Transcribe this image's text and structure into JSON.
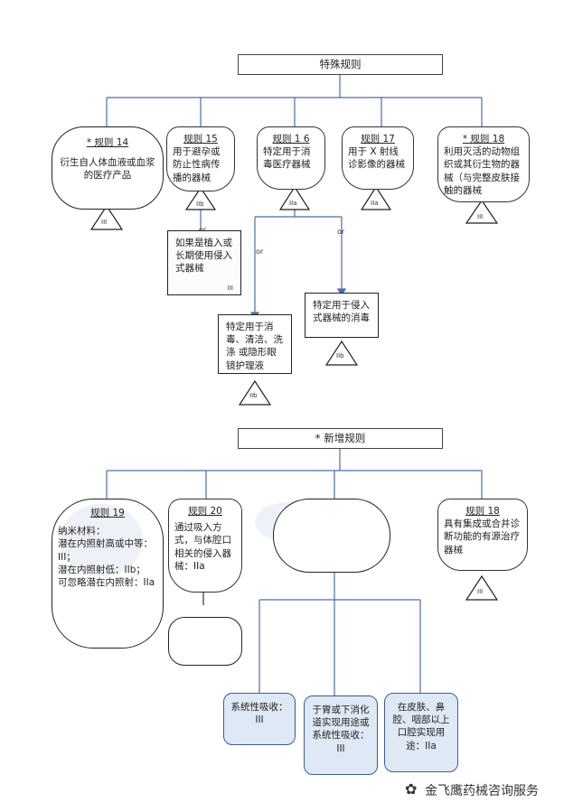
{
  "section1": {
    "title": "特殊规则",
    "rule14": {
      "title": "* 规则 14",
      "body": "衍生自人体血液或血浆的医疗产品",
      "class": "III"
    },
    "rule15": {
      "title": "规则 15",
      "body": "用于避孕或防止性病传播的器械",
      "class": "IIb"
    },
    "rule16": {
      "title": "规则 1 6",
      "body": "特定用于消毒医疗器械",
      "class": "IIa"
    },
    "rule17": {
      "title": "规则 17",
      "body": "用于 X 射线诊影像的器械",
      "class": "IIa"
    },
    "rule18": {
      "title": "* 规则 18",
      "body": "利用灭活的动物组织或其衍生物的器械（与完整皮肤接触的器械",
      "class": "III"
    },
    "implant_box": {
      "body": "如果是植入或长期使用侵入式器械",
      "class": "III"
    },
    "disinfect_box": {
      "body": "特定用于消毒、清洁、洗涤 或隐形眼镜护理液",
      "class": "IIb"
    },
    "invasive_disinfect_box": {
      "body": "特定用于侵入式器械的消毒",
      "class": "IIb"
    },
    "or_label": "or"
  },
  "section2": {
    "title": "* 新增规则",
    "rule19": {
      "title": "规则 19",
      "body": "纳米材料：\n潜在内照射高或中等：III；\n潜在内照射低：IIb；\n可忽略潜在内照射：IIa"
    },
    "rule20": {
      "title": "规则 20",
      "body": "通过吸入方式，与体腔口相关的侵入器械：IIa"
    },
    "rule18b": {
      "title": "规则 18",
      "body": "具有集成或合并诊断功能的有源治疗器械",
      "class": "III"
    },
    "leaf1": "系统性吸收：III",
    "leaf2": "于胃或下消化道实现用途或系统性吸收：III",
    "leaf3": "在皮肤、鼻腔、咽部以上口腔实现用途：IIa"
  },
  "watermark": "金飞鹰药械咨询服务"
}
